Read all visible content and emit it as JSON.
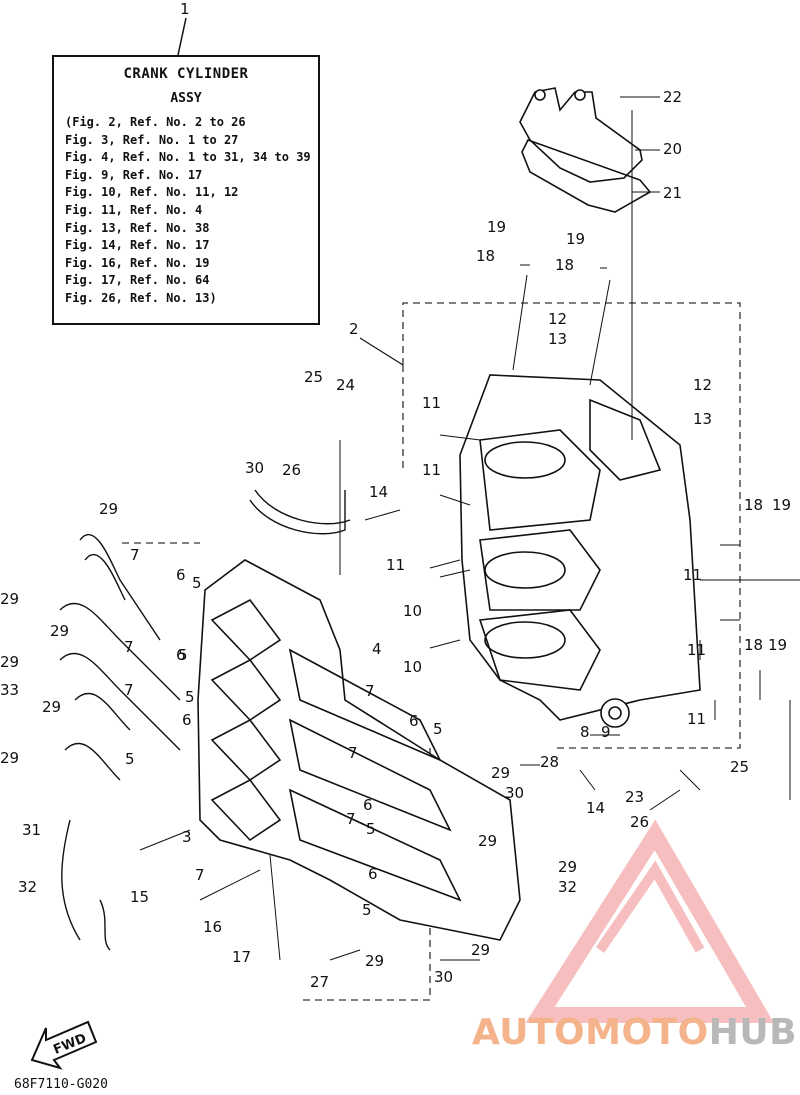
{
  "info_box": {
    "title": "CRANK CYLINDER",
    "subtitle": "ASSY",
    "refs": [
      "(Fig. 2, Ref. No. 2 to 26",
      "Fig. 3, Ref. No. 1 to 27",
      "Fig. 4, Ref. No. 1 to 31, 34 to 39",
      "Fig. 9, Ref. No. 17",
      "Fig. 10, Ref. No. 11, 12",
      "Fig. 11, Ref. No. 4",
      "Fig. 13, Ref. No. 38",
      "Fig. 14, Ref. No. 17",
      "Fig. 16, Ref. No. 19",
      "Fig. 17, Ref. No. 64",
      "Fig. 26, Ref. No. 13)"
    ]
  },
  "callouts": [
    "1",
    "2",
    "3",
    "4",
    "5",
    "5",
    "5",
    "5",
    "5",
    "5",
    "5",
    "6",
    "6",
    "6",
    "6",
    "6",
    "6",
    "7",
    "7",
    "7",
    "7",
    "7",
    "7",
    "7",
    "8",
    "9",
    "10",
    "10",
    "11",
    "11",
    "11",
    "11",
    "11",
    "11",
    "12",
    "12",
    "13",
    "13",
    "14",
    "14",
    "15",
    "16",
    "17",
    "18",
    "18",
    "18",
    "18",
    "19",
    "19",
    "19",
    "19",
    "20",
    "21",
    "22",
    "23",
    "24",
    "25",
    "25",
    "26",
    "26",
    "27",
    "28",
    "29",
    "29",
    "29",
    "29",
    "29",
    "29",
    "29",
    "29",
    "29",
    "29",
    "30",
    "30",
    "30",
    "31",
    "32",
    "32",
    "33"
  ],
  "fwd_label": "FWD",
  "diagram_code": "68F7110-G020",
  "watermark": {
    "text_a": "AUTOMOTO",
    "text_b": "HUB",
    "color_a": "#f4b38a",
    "color_b": "#b8b8b8",
    "logo_color": "#f08a8a"
  }
}
